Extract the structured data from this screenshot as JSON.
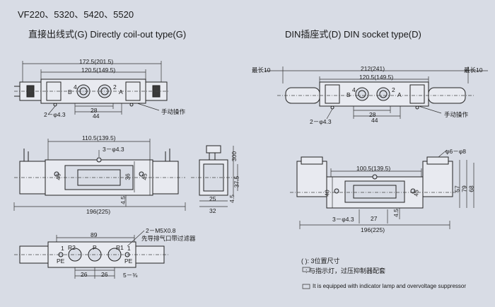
{
  "header": {
    "model": "VF220、5320、5420、5520",
    "left_type": "直接出线式(G)   Directly coil-out type(G)",
    "right_type": "DIN插座式(D)  DIN socket type(D)"
  },
  "left_top": {
    "overall": "172.5(201.5)",
    "body": "120.5(149.5)",
    "d28": "28",
    "d44": "44",
    "holes": "2－φ4.3",
    "manual": "手动操作",
    "port_b": "B",
    "port_a": "A",
    "port_2": "2",
    "port_4": "4"
  },
  "left_mid": {
    "width": "110.5(139.5)",
    "holes": "3－φ4.3",
    "d40": "40",
    "d36": "36",
    "d45": "45",
    "d4_5": "4.5",
    "overall": "196(225)",
    "side_300": "300",
    "side_37_5": "37.5",
    "side_4_5": "4.5",
    "side_25": "25",
    "side_32": "32"
  },
  "left_bottom": {
    "d89": "89",
    "thread": "2－M5X0.8",
    "pilot": "先导排气口带过滤器",
    "r2": "R2",
    "p": "P",
    "r1": "R1",
    "pe_l": "PE",
    "pe_r": "PE",
    "one_l": "1",
    "one_r": "1",
    "d26a": "26",
    "d26b": "26",
    "d5_8": "5－⅜"
  },
  "right_top": {
    "max_l": "最长10",
    "max_r": "最长10",
    "overall": "212(241)",
    "body": "120.5(149.5)",
    "d28": "28",
    "d44": "44",
    "holes": "2－φ4.3",
    "manual": "手动操作",
    "port_b": "B",
    "port_a": "A",
    "port_2": "2",
    "port_4": "4"
  },
  "right_mid": {
    "holes_top": "φ6－φ8",
    "width": "100.5(139.5)",
    "d40": "40",
    "d45": "45",
    "d4_5": "4.5",
    "holes": "3－φ4.3",
    "d27": "27",
    "overall": "196(225)",
    "d57": "57",
    "d79": "79",
    "d68": "68"
  },
  "legend": {
    "paren": "(    ): 3位置尺寸",
    "box": "   : 与指示灯，过压抑制器配套",
    "english": "It is equipped with indicator lamp and overvoltage suppressor"
  }
}
